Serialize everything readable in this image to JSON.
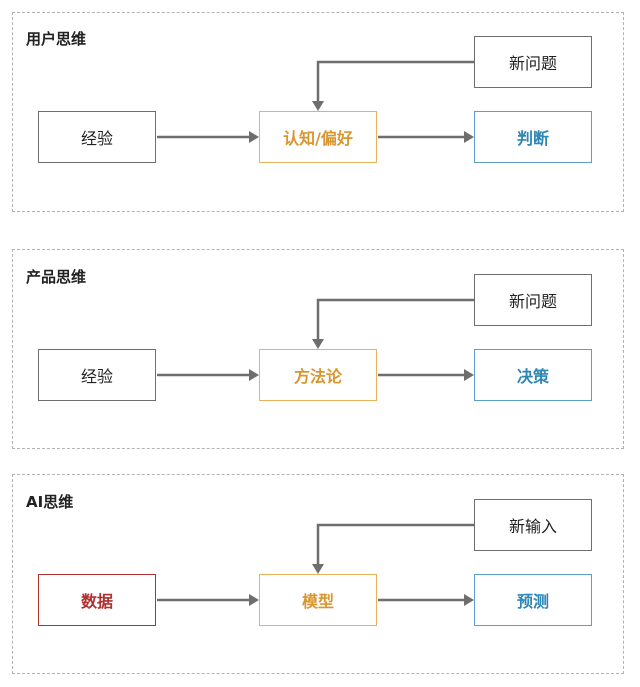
{
  "panels": [
    {
      "title": "用户思维",
      "input": "经验",
      "process": "认知/偏好",
      "trigger": "新问题",
      "output": "判断"
    },
    {
      "title": "产品思维",
      "input": "经验",
      "process": "方法论",
      "trigger": "新问题",
      "output": "决策"
    },
    {
      "title": "AI思维",
      "input": "数据",
      "process": "模型",
      "trigger": "新输入",
      "output": "预测"
    }
  ],
  "colors": {
    "border_dashed": "#b3b3b3",
    "gray": "#6e6e6e",
    "orange": "#d9962f",
    "blue": "#2f86b5",
    "red": "#b03030"
  }
}
